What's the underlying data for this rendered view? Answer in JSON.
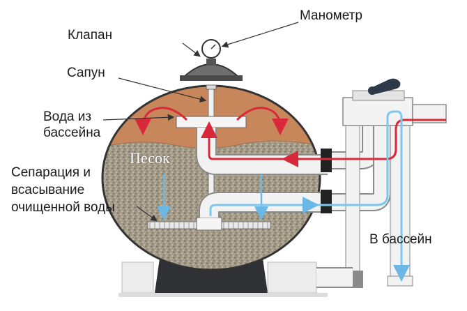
{
  "labels": {
    "manometer": "Манометр",
    "valve": "Клапан",
    "vent": "Сапун",
    "water_from_pool_line1": "Вода из",
    "water_from_pool_line2": "бассейна",
    "separation_line1": "Сепарация и",
    "separation_line2": "всасывание",
    "separation_line3": "очищенной воды",
    "to_pool": "В бассейн",
    "sand": "Песок"
  },
  "colors": {
    "inflow": "#d9283a",
    "outflow": "#7cc7ef",
    "tank_outline": "#333333",
    "water_layer": "#c8875a",
    "sand_layer": "#9c9280",
    "base": "#2f3135",
    "pipe": "#f2f2f2"
  },
  "icons": [
    "manometer-icon",
    "valve-handle-icon",
    "flow-arrow-icon"
  ]
}
